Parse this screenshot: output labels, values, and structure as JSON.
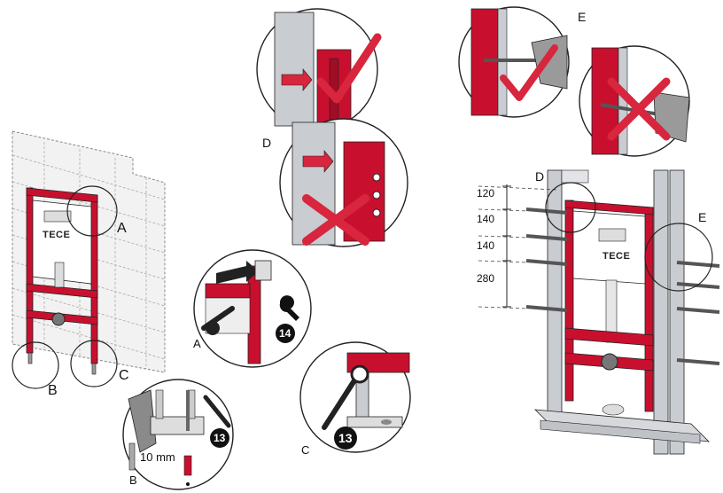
{
  "labels": {
    "A": "A",
    "B": "B",
    "C": "C",
    "D": "D",
    "E": "E",
    "A_small": "A",
    "B_small": "B",
    "C_small": "C",
    "D_right": "D",
    "E_right": "E"
  },
  "brand": "TECE",
  "badges": {
    "wrench_a": "14",
    "wrench_b": "13",
    "wrench_c": "13"
  },
  "drill_depth": "10 mm",
  "spacing": [
    "120",
    "140",
    "140",
    "280"
  ],
  "colors": {
    "frame_red": "#c8102e",
    "cross_red": "#d7263d",
    "steel": "#c9ccd1",
    "outline": "#222222"
  }
}
